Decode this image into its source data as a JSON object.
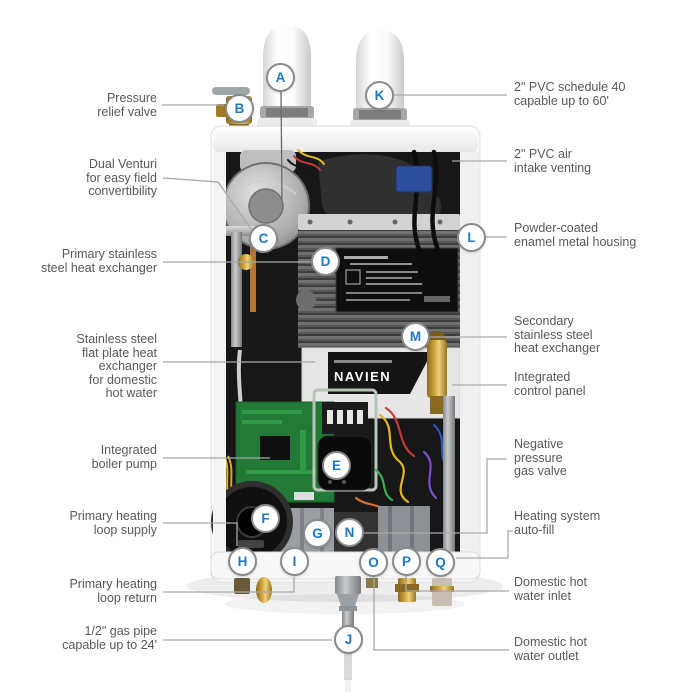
{
  "unit": {
    "brand": "NAVIEN"
  },
  "colors": {
    "marker_letter_blue": "#1f78c1",
    "marker_border_gray": "#878b8e",
    "label_text_gray": "#58595b",
    "leader_line_gray": "#a9a9a9",
    "brand_panel_black": "#141414"
  },
  "left_labels": [
    {
      "text": "Pressure\nrelief valve",
      "marker": "B"
    },
    {
      "text": "Dual Venturi\nfor easy field\nconvertibility",
      "marker": "C"
    },
    {
      "text": "Primary stainless\nsteel heat exchanger",
      "marker": "D"
    },
    {
      "text": "Stainless steel\nflat plate heat\nexchanger\nfor domestic\nhot water",
      "marker": ""
    },
    {
      "text": "Integrated\nboiler pump",
      "marker": "F"
    },
    {
      "text": "Primary heating\nloop supply",
      "marker": "H"
    },
    {
      "text": "Primary heating\nloop return",
      "marker": "I"
    },
    {
      "text": "1/2\" gas pipe\ncapable up to 24'",
      "marker": "J"
    }
  ],
  "right_labels": [
    {
      "text": "2\" PVC schedule 40\ncapable up to 60'",
      "marker": "K"
    },
    {
      "text": "2\" PVC air\nintake venting",
      "marker": ""
    },
    {
      "text": "Powder-coated\nenamel metal housing",
      "marker": "L"
    },
    {
      "text": "Secondary\nstainless steel\nheat exchanger",
      "marker": "M"
    },
    {
      "text": "Integrated\ncontrol panel",
      "marker": ""
    },
    {
      "text": "Negative\npressure\ngas valve",
      "marker": "N"
    },
    {
      "text": "Heating system\nauto-fill",
      "marker": "Q"
    },
    {
      "text": "Domestic hot\nwater inlet",
      "marker": "P"
    },
    {
      "text": "Domestic hot\nwater outlet",
      "marker": "O"
    }
  ],
  "markers": [
    {
      "letter": "A"
    },
    {
      "letter": "B"
    },
    {
      "letter": "C"
    },
    {
      "letter": "D"
    },
    {
      "letter": "E"
    },
    {
      "letter": "F"
    },
    {
      "letter": "G"
    },
    {
      "letter": "H"
    },
    {
      "letter": "I"
    },
    {
      "letter": "J"
    },
    {
      "letter": "K"
    },
    {
      "letter": "L"
    },
    {
      "letter": "M"
    },
    {
      "letter": "N"
    },
    {
      "letter": "O"
    },
    {
      "letter": "P"
    },
    {
      "letter": "Q"
    }
  ]
}
